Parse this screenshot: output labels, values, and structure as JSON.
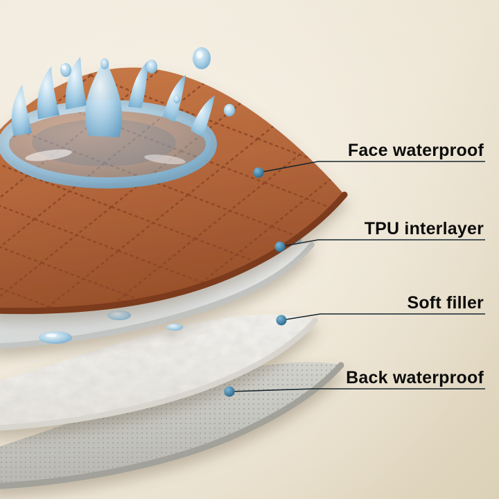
{
  "diagram": {
    "type": "layered-material-exploded-diagram",
    "background_color": "#ede5d4",
    "callout": {
      "dot_color": "#2d7094",
      "line_color": "#16242e",
      "text_color": "#0c0c0c"
    },
    "layers": [
      {
        "id": "face",
        "label": "Face waterproof",
        "color": "#b2653a"
      },
      {
        "id": "tpu",
        "label": "TPU interlayer",
        "color": "#e8eae9"
      },
      {
        "id": "filler",
        "label": "Soft filler",
        "color": "#f3f2ee"
      },
      {
        "id": "back",
        "label": "Back waterproof",
        "color": "#c6c6c0"
      }
    ],
    "water_color": "#a8cfe6"
  }
}
